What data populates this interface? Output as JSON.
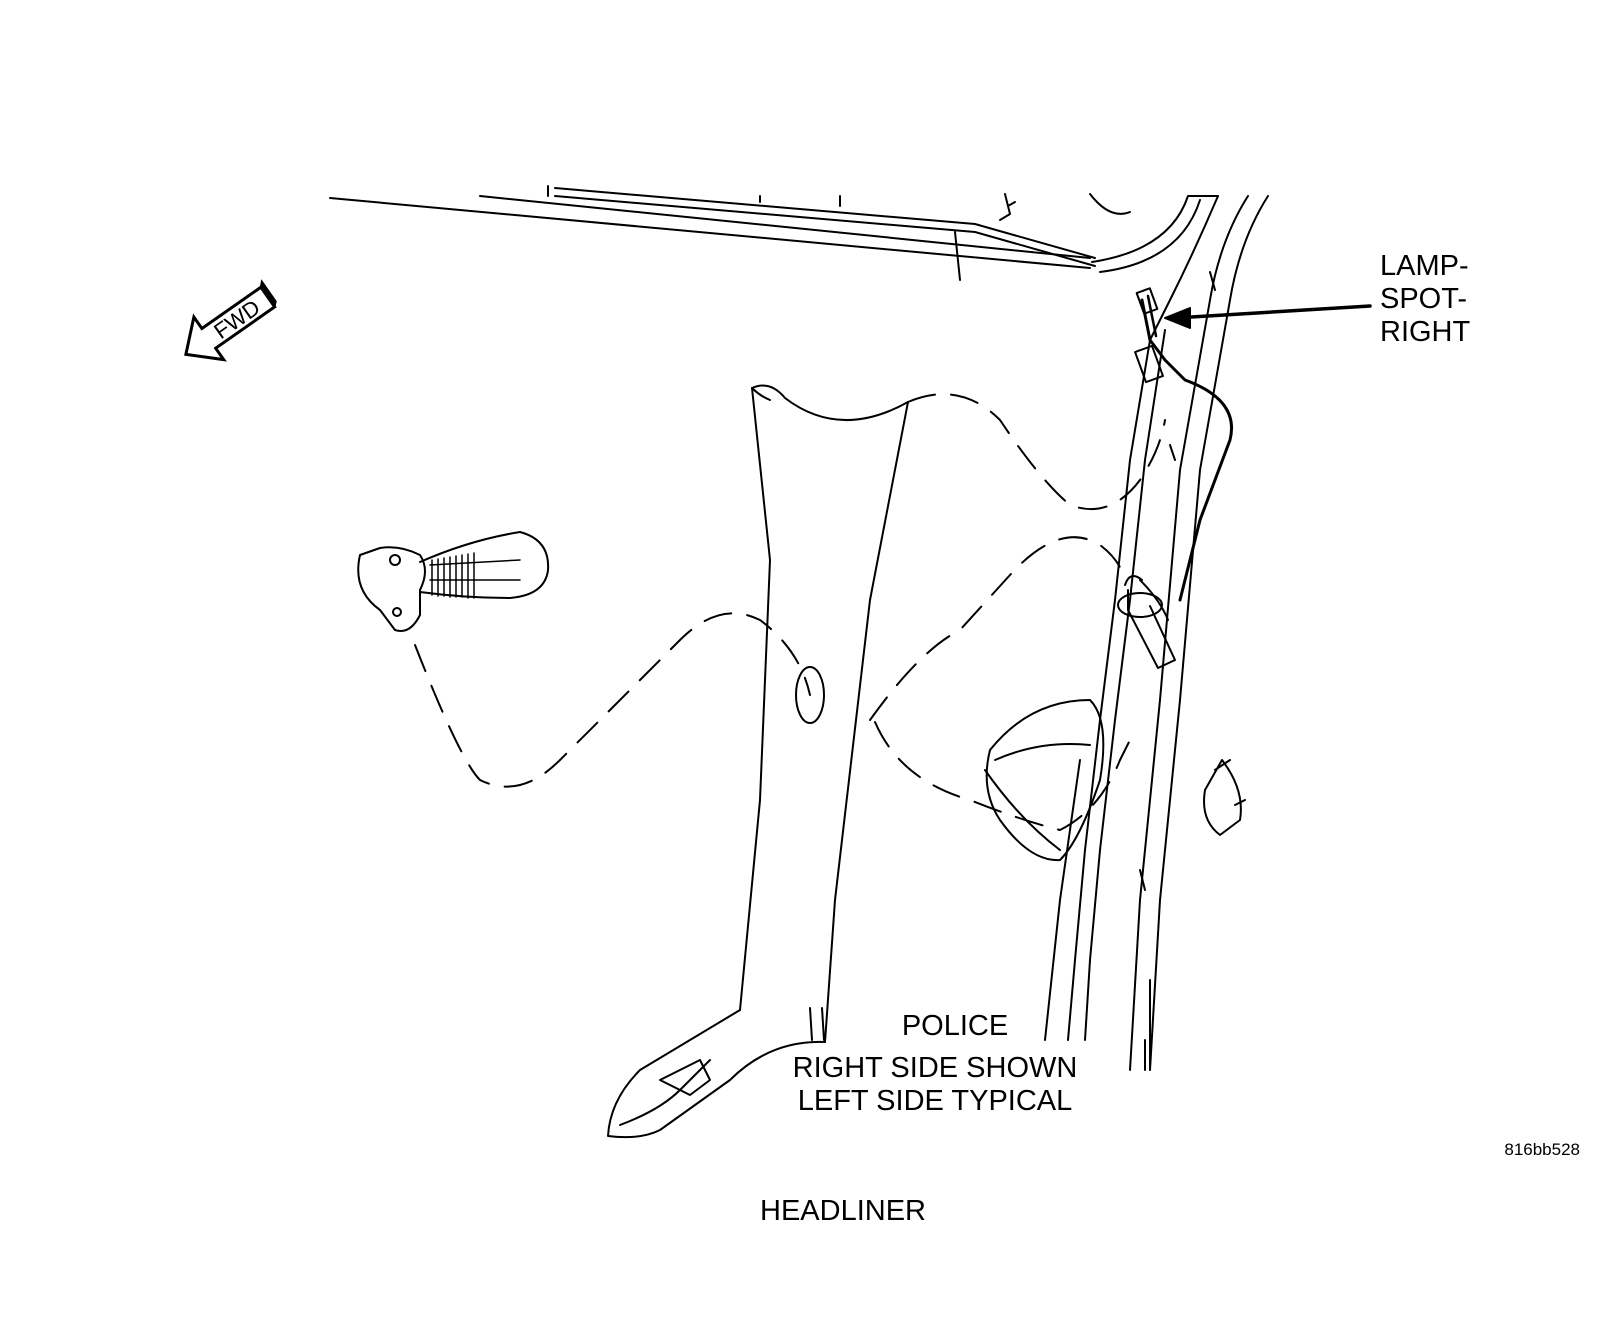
{
  "callout": {
    "lamp_lines": [
      "LAMP-",
      "SPOT-",
      "RIGHT"
    ]
  },
  "captions": {
    "police": "POLICE",
    "view_lines": [
      "RIGHT SIDE SHOWN",
      "LEFT SIDE TYPICAL"
    ],
    "section_title": "HEADLINER"
  },
  "figure_id": "816bb528",
  "fwd_arrow_label": "FWD",
  "colors": {
    "line": "#000000",
    "background": "#ffffff"
  }
}
